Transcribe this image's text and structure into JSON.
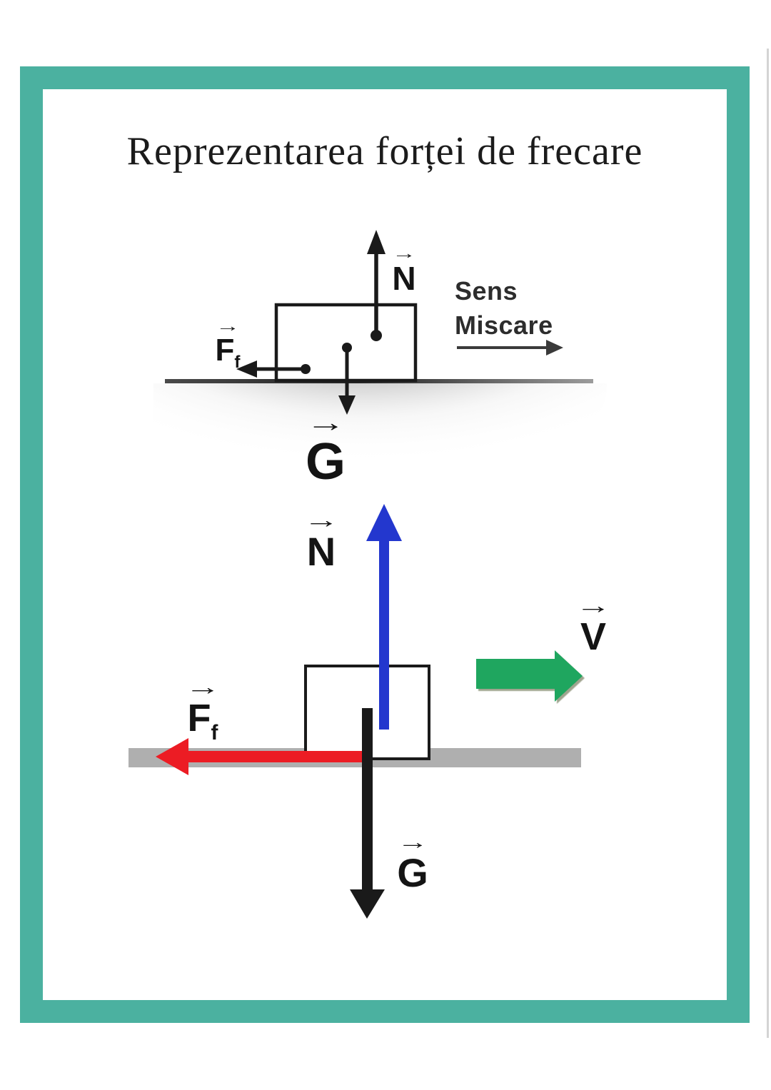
{
  "title": "Reprezentarea forței de frecare",
  "colors": {
    "frame_teal": "#4bb1a0",
    "ink": "#1a1a1a",
    "normal_blue": "#2337ce",
    "friction_red": "#ec1c24",
    "velocity_green": "#1fa65f",
    "surface_gray": "#afafaf"
  },
  "glyphs": {
    "vector_arrow": "→"
  },
  "diagram_top": {
    "labels": {
      "normal": "N",
      "weight": "G",
      "friction": "F",
      "friction_sub": "f",
      "motion_line1": "Sens",
      "motion_line2": "Miscare"
    }
  },
  "diagram_bottom": {
    "labels": {
      "normal": "N",
      "weight": "G",
      "friction": "F",
      "friction_sub": "f",
      "velocity": "V"
    }
  }
}
